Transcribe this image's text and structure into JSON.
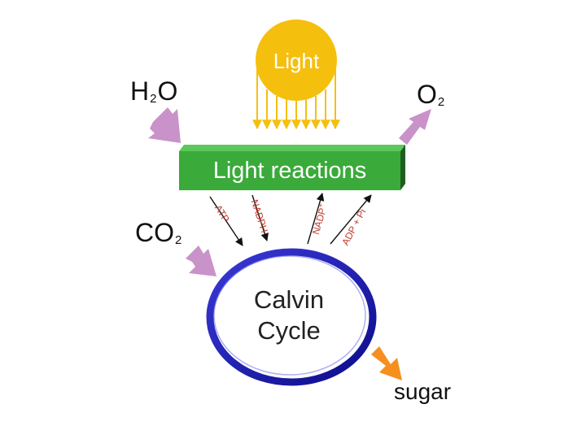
{
  "sun": {
    "label": "Light",
    "color": "#f5bf0e"
  },
  "light_reactions": {
    "label": "Light reactions",
    "color": "#3aaa3a",
    "edge_color": "#256f25"
  },
  "calvin_cycle": {
    "line1": "Calvin",
    "line2": "Cycle",
    "ring_color": "#1a1ab4"
  },
  "inputs": {
    "water": {
      "main": "H",
      "sub": "2",
      "tail": "O"
    },
    "co2": {
      "main": "CO",
      "sub": "2"
    }
  },
  "outputs": {
    "oxygen": {
      "main": "O",
      "sub": "2"
    },
    "sugar": "sugar"
  },
  "carriers": {
    "atp": "ATP",
    "nadph": "NADPH",
    "nadp": "NADP",
    "nadp_sup": "+",
    "adp_pi": "ADP + Pi"
  },
  "colors": {
    "input_arrow": "#c992c9",
    "sugar_arrow": "#f5901e",
    "carrier_text": "#c0392b"
  }
}
